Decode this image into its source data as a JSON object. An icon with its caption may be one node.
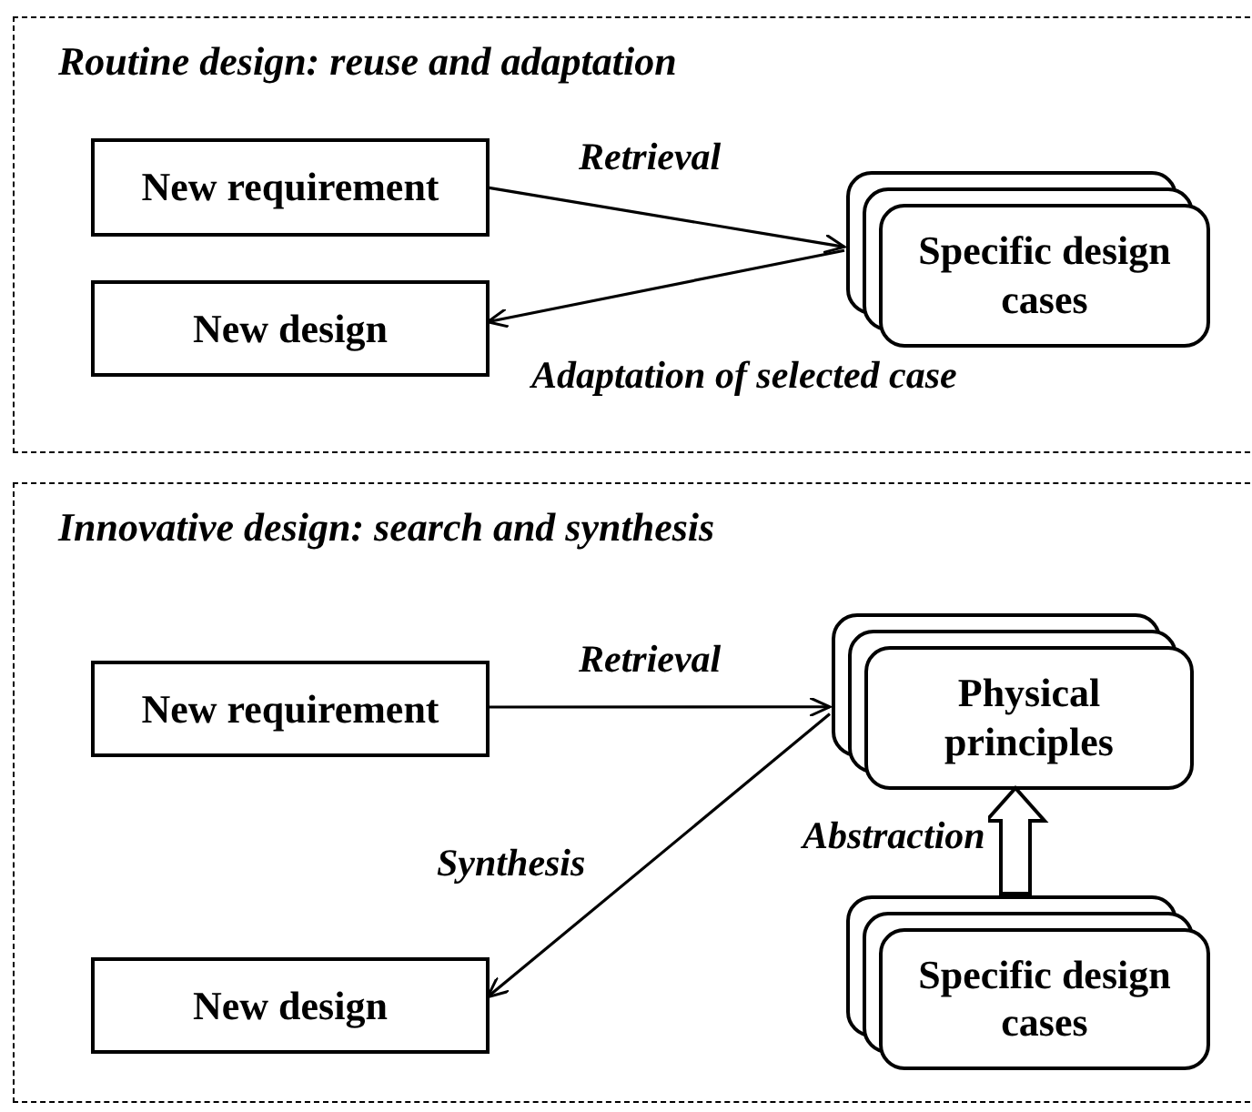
{
  "diagram": {
    "nodes": [
      {
        "text": [
          "Routine design: reuse and adaptation"
        ]
      },
      {
        "text": [
          "New requirement"
        ],
        "in": 0
      },
      {
        "text": [
          "New design"
        ],
        "in": 0
      },
      {
        "text": [
          "Specific design cases"
        ],
        "in": 0
      },
      {
        "text": [
          "Innovative design: search and synthesis"
        ]
      },
      {
        "text": [
          "New requirement"
        ],
        "in": 4
      },
      {
        "text": [
          "Physical principles"
        ],
        "in": 4
      },
      {
        "text": [
          "New design"
        ],
        "in": 4
      },
      {
        "text": [
          "Specific design cases"
        ],
        "in": 4
      }
    ],
    "edges": [
      {
        "from": 1,
        "to": 3,
        "arrow": "to",
        "label": "Retrieval"
      },
      {
        "from": 3,
        "to": 2,
        "arrow": "to",
        "label": "Adaptation of selected case"
      },
      {
        "from": 5,
        "to": 6,
        "arrow": "to",
        "label": "Retrieval"
      },
      {
        "from": 6,
        "to": 7,
        "arrow": "to",
        "label": "Synthesis"
      },
      {
        "from": 8,
        "to": 6,
        "arrow": "to",
        "label": "Abstraction",
        "style": "thick"
      }
    ]
  }
}
